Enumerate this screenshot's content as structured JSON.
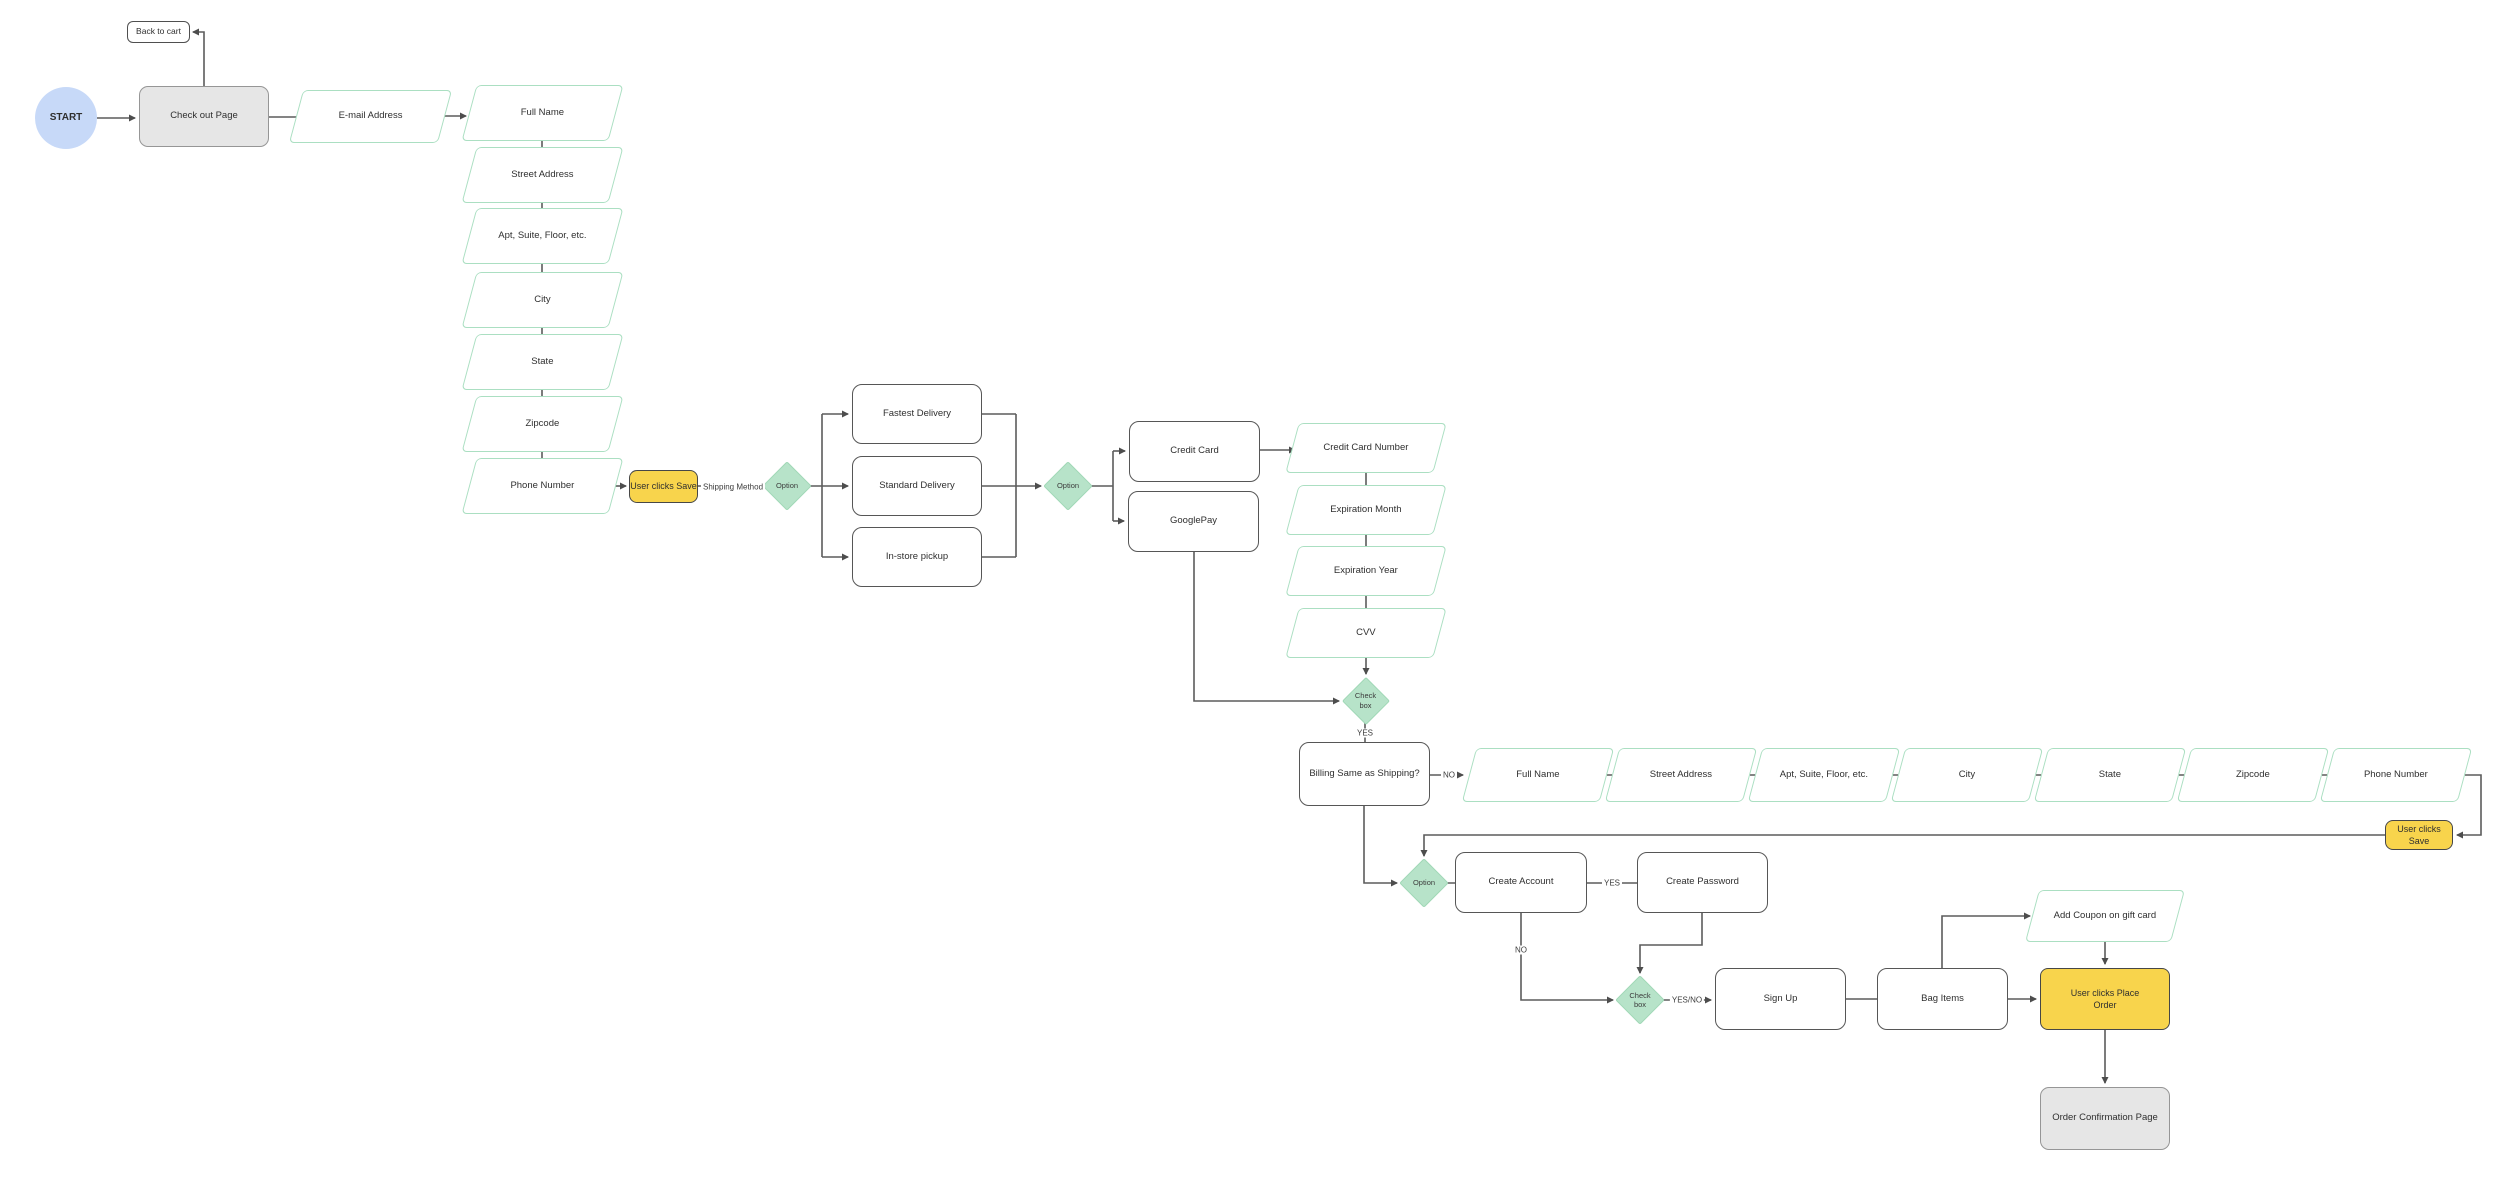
{
  "diagram": {
    "nodes": {
      "start": "START",
      "back_to_cart": "Back to cart",
      "checkout_page": "Check out Page",
      "email_address": "E-mail Address",
      "ship_full_name": "Full Name",
      "ship_street_address": "Street Address",
      "ship_apt": "Apt, Suite, Floor, etc.",
      "ship_city": "City",
      "ship_state": "State",
      "ship_zipcode": "Zipcode",
      "ship_phone": "Phone Number",
      "user_clicks_save_1": "User clicks Save",
      "option_shipping": "Option",
      "fastest_delivery": "Fastest Delivery",
      "standard_delivery": "Standard Delivery",
      "instore_pickup": "In-store pickup",
      "option_payment": "Option",
      "credit_card": "Credit Card",
      "googlepay": "GooglePay",
      "cc_number": "Credit Card Number",
      "exp_month": "Expiration Month",
      "exp_year": "Expiration Year",
      "cvv": "CVV",
      "check_box_billing": "Check box",
      "billing_same": "Billing Same as Shipping?",
      "bill_full_name": "Full Name",
      "bill_street_address": "Street Address",
      "bill_apt": "Apt, Suite, Floor, etc.",
      "bill_city": "City",
      "bill_state": "State",
      "bill_zipcode": "Zipcode",
      "bill_phone": "Phone Number",
      "user_clicks_save_2": "User clicks Save",
      "option_account": "Option",
      "create_account": "Create Account",
      "create_password": "Create Password",
      "check_box_account": "Check box",
      "sign_up": "Sign Up",
      "bag_items": "Bag Items",
      "add_coupon": "Add Coupon on gift card",
      "user_clicks_place_order": "User clicks Place Order",
      "order_confirmation": "Order Confirmation Page"
    },
    "edge_labels": {
      "shipping_method": "Shipping Method",
      "billing_yes": "YES",
      "billing_no": "NO",
      "account_yes": "YES",
      "account_no": "NO",
      "signup_yesno": "YES/NO"
    },
    "colors": {
      "start_fill": "#c7d9f8",
      "page_fill": "#e6e6e6",
      "user_action_fill": "#f8d44c",
      "decision_fill": "#b7e3c9",
      "input_border": "#abdfc2",
      "edge": "#5c5c5c"
    }
  }
}
